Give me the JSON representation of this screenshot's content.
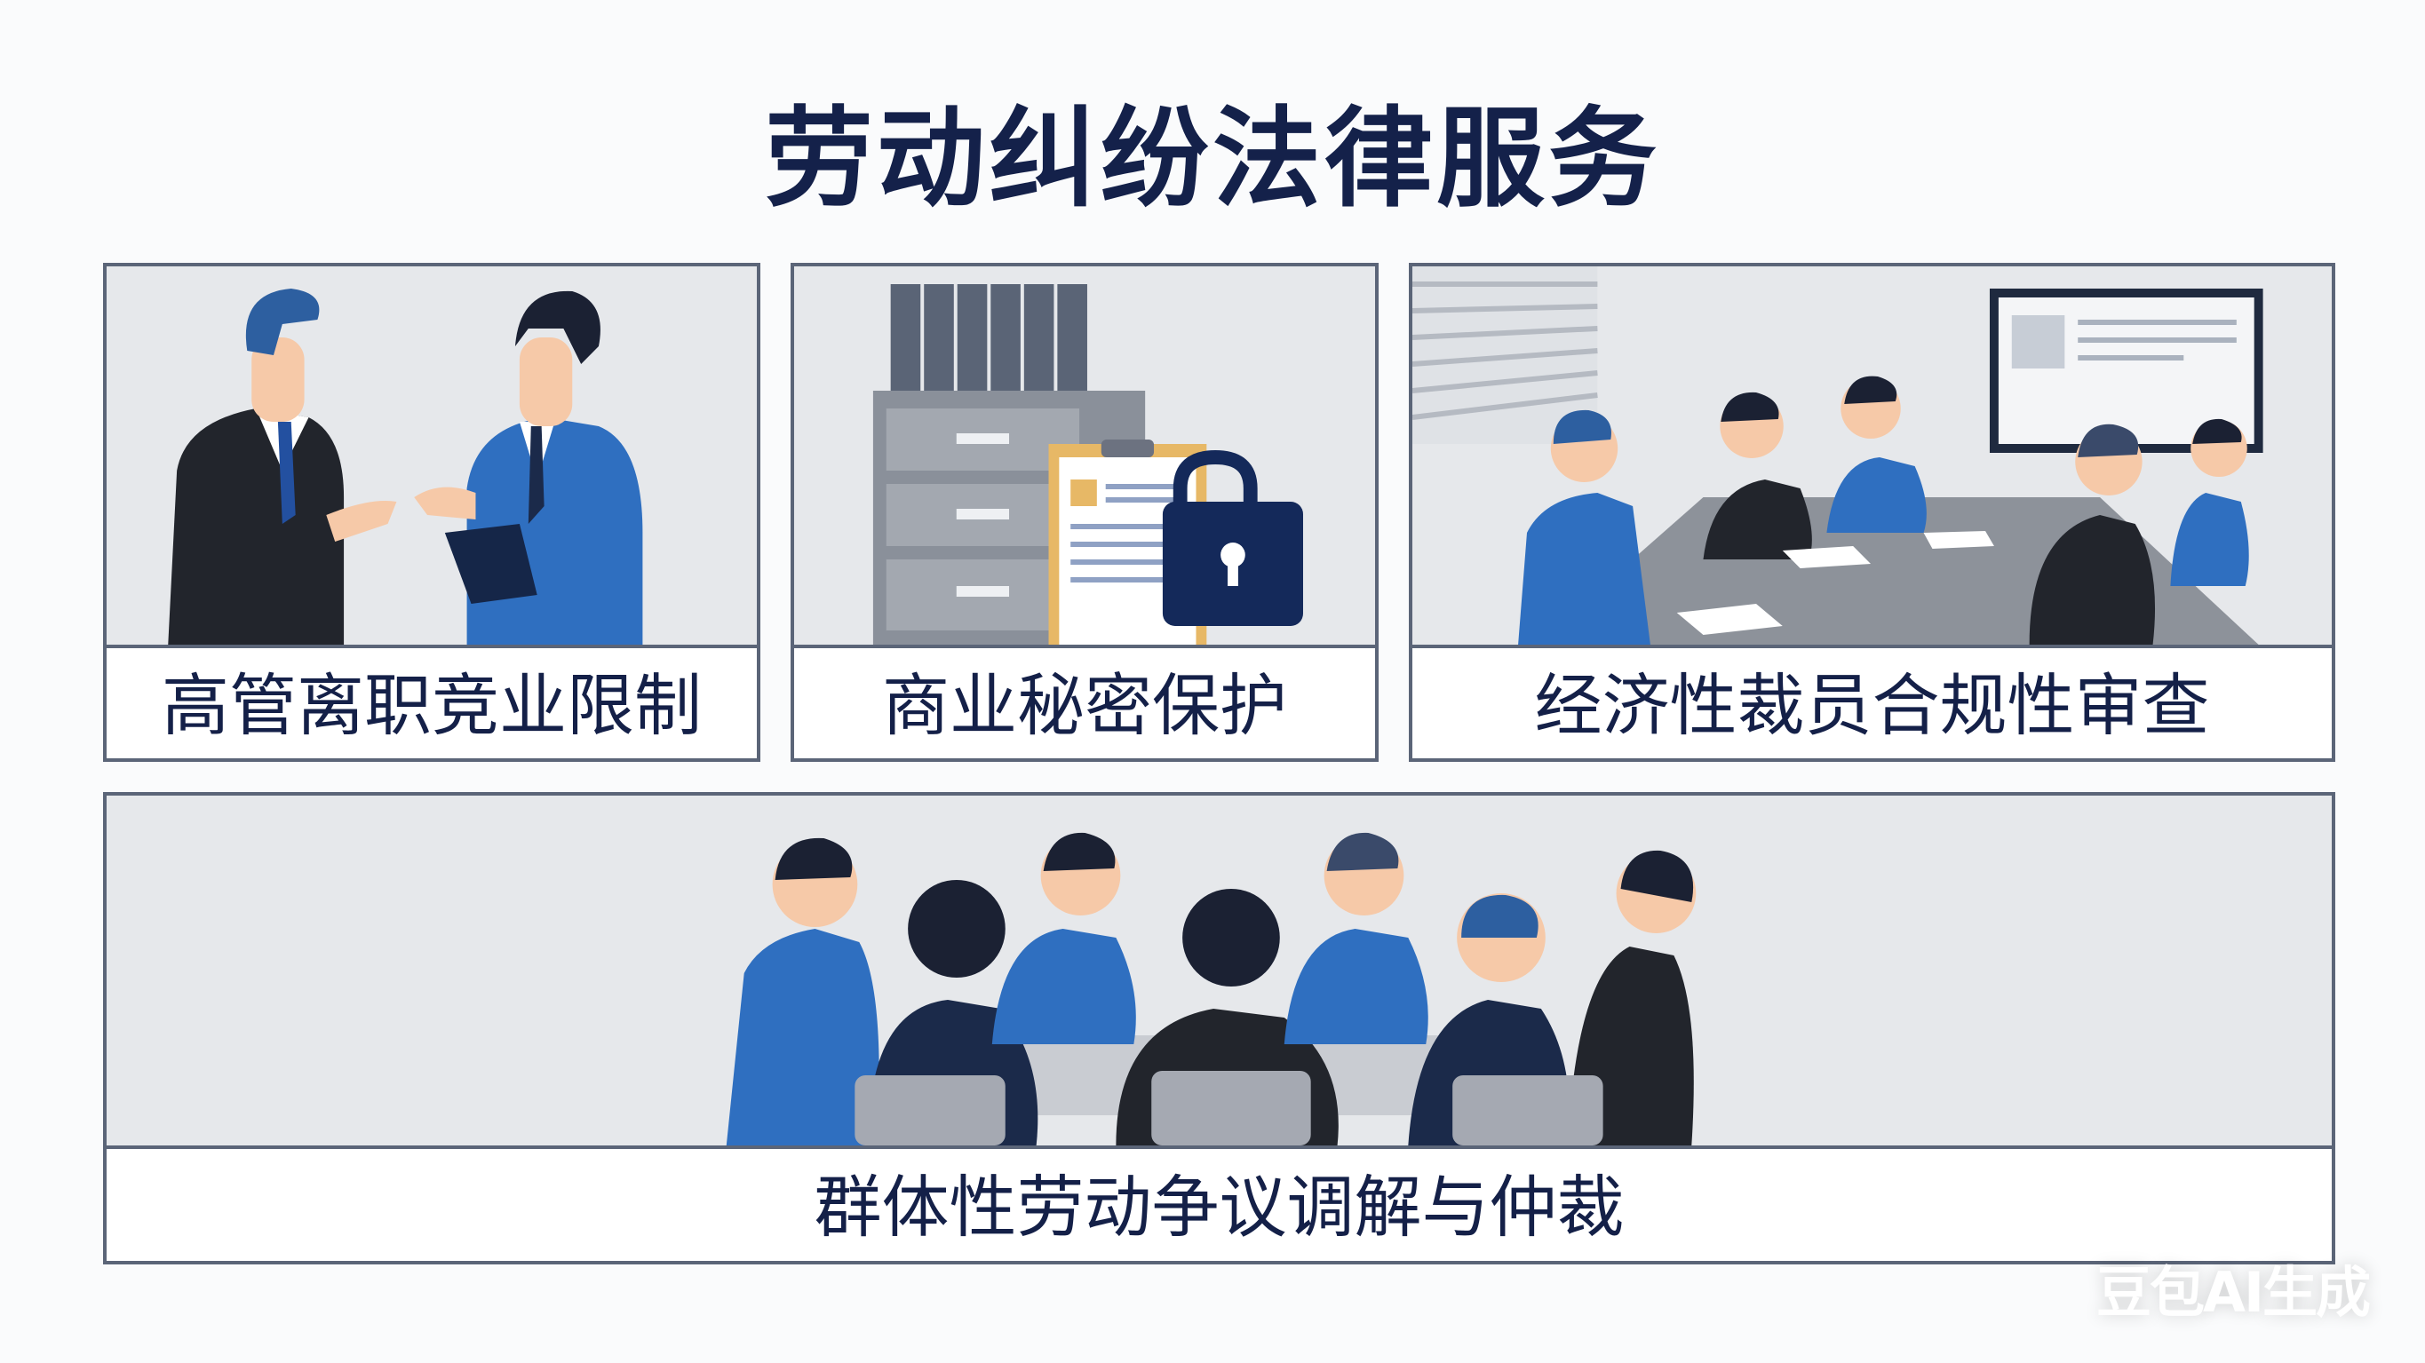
{
  "title": "劳动纠纷法律服务",
  "services": [
    {
      "label": "高管离职竞业限制"
    },
    {
      "label": "商业秘密保护"
    },
    {
      "label": "经济性裁员合规性审查"
    },
    {
      "label": "群体性劳动争议调解与仲裁"
    }
  ],
  "watermark": "豆包AI生成",
  "colors": {
    "title": "#14214a",
    "border": "#5b6578",
    "suit_blue": "#2f6fc0",
    "suit_dark": "#22252c",
    "panel_bg": "#e6e8eb"
  }
}
